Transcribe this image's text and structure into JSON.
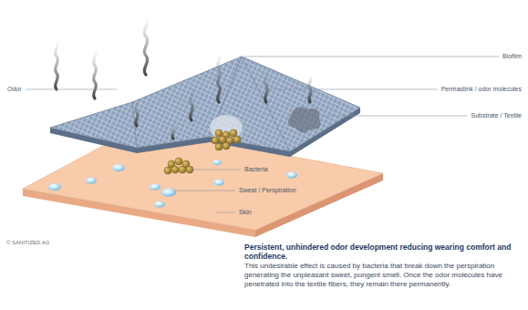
{
  "diagram": {
    "title": "Persistent, unhindered odor development reducing wearing comfort and confidence.",
    "caption": "This undesirable effect is caused by bacteria that break down the perspiration generating the unpleasant sweet, pungent smell. Once the odor molecules have penetrated into the textile fibers, they remain there permanently.",
    "labels": [
      "Odor",
      "Biofilm",
      "Permastink / odor molecules",
      "Substrate / Textile",
      "Bacteria",
      "Sweat / Perspiration",
      "Skin",
      "© SANITIZED AG"
    ]
  }
}
